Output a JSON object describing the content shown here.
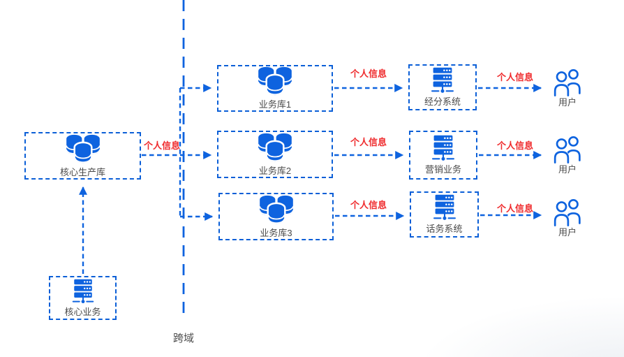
{
  "diagram": {
    "boundary_label": "跨域",
    "nodes": {
      "core_db": {
        "label": "核心生产库",
        "icon": "database"
      },
      "core_biz": {
        "label": "核心业务",
        "icon": "server"
      },
      "biz_db_1": {
        "label": "业务库1",
        "icon": "database"
      },
      "biz_db_2": {
        "label": "业务库2",
        "icon": "database"
      },
      "biz_db_3": {
        "label": "业务库3",
        "icon": "database"
      },
      "sys_1": {
        "label": "经分系统",
        "icon": "server"
      },
      "sys_2": {
        "label": "营销业务",
        "icon": "server"
      },
      "sys_3": {
        "label": "话务系统",
        "icon": "server"
      },
      "users_1": {
        "label": "用户",
        "icon": "users"
      },
      "users_2": {
        "label": "用户",
        "icon": "users"
      },
      "users_3": {
        "label": "用户",
        "icon": "users"
      }
    },
    "edge_labels": {
      "core_to_branch": "个人信息",
      "row1_mid": "个人信息",
      "row1_right": "个人信息",
      "row2_mid": "个人信息",
      "row2_right": "个人信息",
      "row3_mid": "个人信息",
      "row3_right": "个人信息"
    },
    "colors": {
      "blue": "#0e63df",
      "border_blue": "#0b5fd7",
      "red": "#ef2b2d",
      "label_text": "#4a4a4a"
    }
  }
}
